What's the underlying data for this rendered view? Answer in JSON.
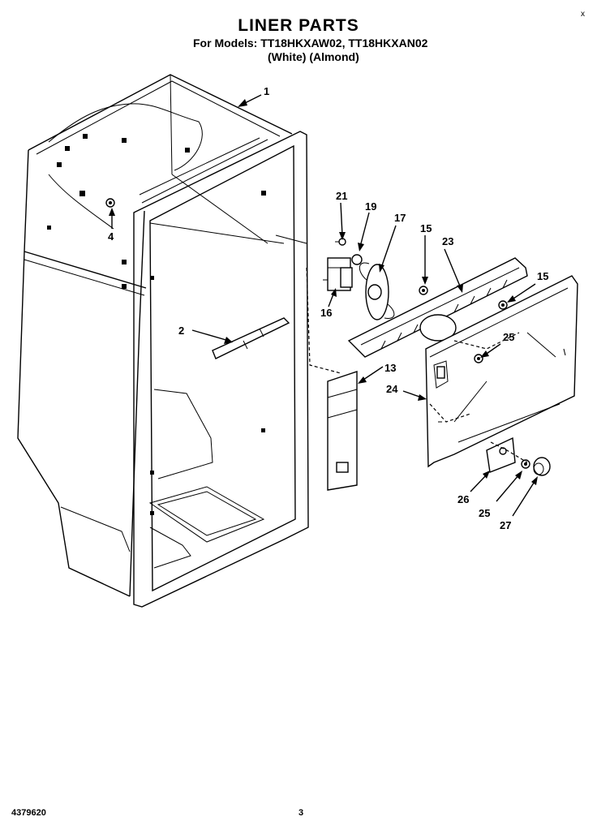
{
  "header": {
    "title": "LINER PARTS",
    "models": "For Models: TT18HKXAW02, TT18HKXAN02",
    "variants": "(White)        (Almond)"
  },
  "corner_mark": "x",
  "footer": {
    "doc_number": "4379620",
    "page_number": "3"
  },
  "callouts": {
    "c1": "1",
    "c2": "2",
    "c4": "4",
    "c13": "13",
    "c15a": "15",
    "c15b": "15",
    "c16": "16",
    "c17": "17",
    "c19": "19",
    "c21": "21",
    "c23": "23",
    "c24": "24",
    "c25a": "25",
    "c25b": "25",
    "c26": "26",
    "c27": "27"
  }
}
